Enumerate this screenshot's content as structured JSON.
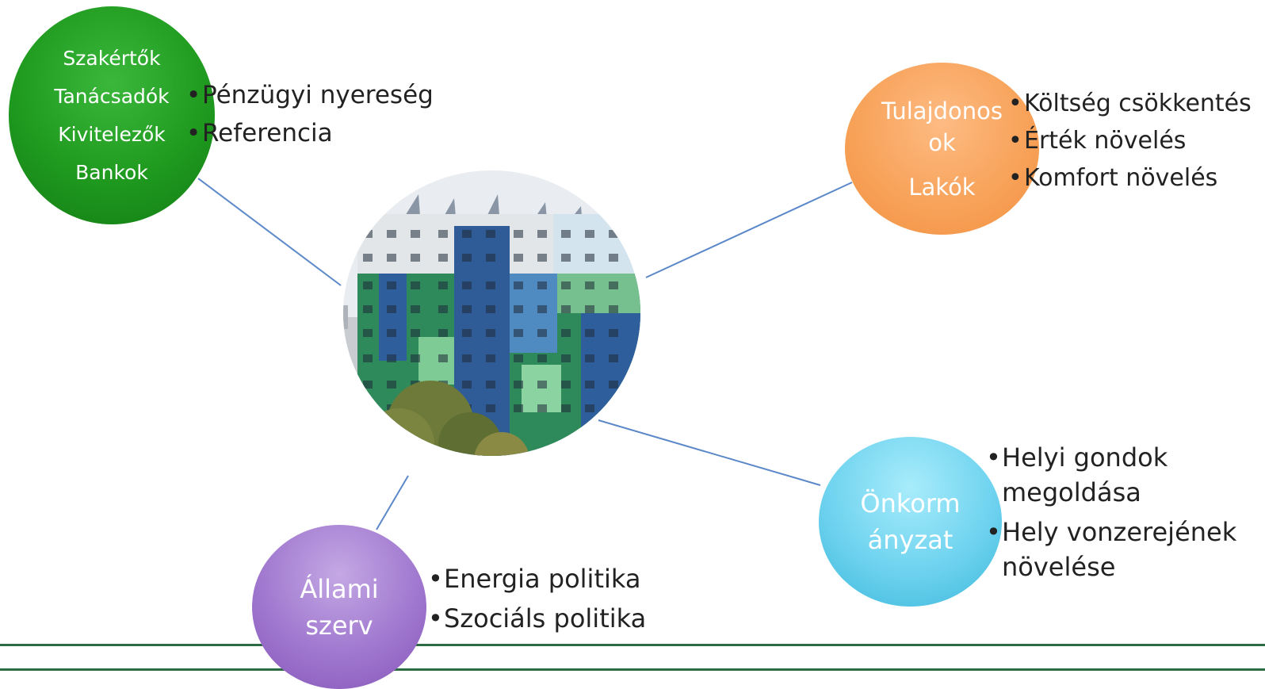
{
  "center": {
    "image": "apartment-building-photo"
  },
  "experts": {
    "bubble_lines": [
      "Szakértők",
      "Tanácsadók",
      "Kivitelezők",
      "Bankok"
    ],
    "bullets": [
      "Pénzügyi nyereség",
      "Referencia"
    ],
    "color": "#1f9a1f"
  },
  "owners": {
    "bubble_lines": [
      "Tulajdonos",
      "ok",
      "Lakók"
    ],
    "bullets": [
      "Költség csökkentés",
      "Érték növelés",
      "Komfort növelés"
    ],
    "color": "#f8a35b"
  },
  "municipality": {
    "bubble_lines": [
      "Önkorm",
      "ányzat"
    ],
    "bullets": [
      "Helyi gondok megoldása",
      "Hely vonzerejének növelése"
    ],
    "color": "#5fcbea"
  },
  "state": {
    "bubble_lines": [
      "Állami",
      "szerv"
    ],
    "bullets": [
      "Energia politika",
      "Szociáls politika"
    ],
    "color": "#a078cf"
  },
  "colors": {
    "connector": "#5b88c8",
    "rule": "#2e6b45"
  }
}
